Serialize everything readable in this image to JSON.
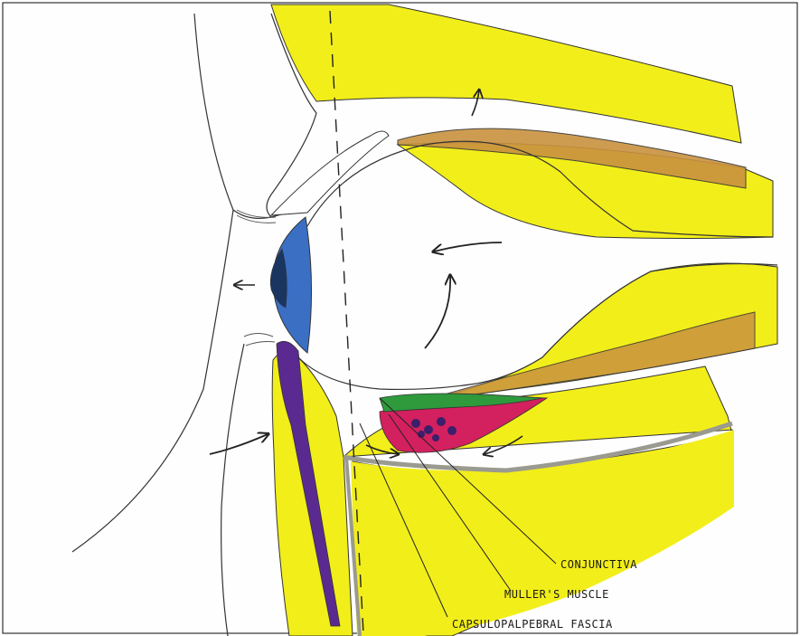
{
  "labels": {
    "conjunctiva": "CONJUNCTIVA",
    "muller": "MULLER'S MUSCLE",
    "capsulopalpebral": "CAPSULOPALPEBRAL FASCIA"
  },
  "colors": {
    "fat": "#f2ee1a",
    "muscle_brown": "#c48a3a",
    "iris": "#3a6fc4",
    "tarsus_purple": "#5a2a90",
    "muller_magenta": "#d3205e",
    "conjunctiva_green": "#2e9a3c",
    "fascia_gray": "#9a9a90",
    "line": "#222222"
  },
  "icons": [
    "arrow-upper-fat",
    "arrow-center-left",
    "arrow-center-up",
    "arrow-cornea-left",
    "arrow-lower-lid",
    "arrow-fornix-right",
    "arrow-fornix-left"
  ]
}
